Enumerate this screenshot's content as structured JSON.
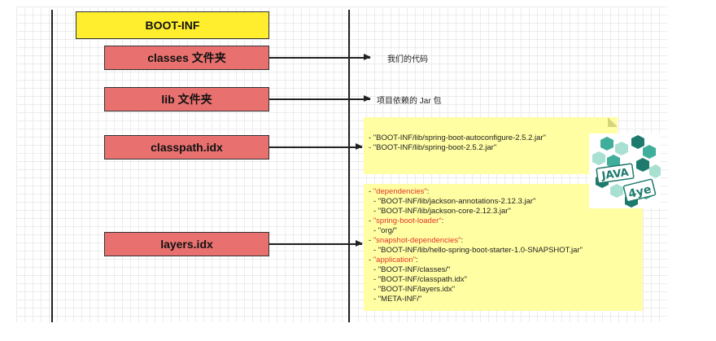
{
  "boxes": {
    "boot_inf": "BOOT-INF",
    "classes": "classes 文件夹",
    "lib": "lib 文件夹",
    "classpath": "classpath.idx",
    "layers": "layers.idx"
  },
  "labels": {
    "classes_desc": "我们的代码",
    "lib_desc": "项目依赖的 Jar 包"
  },
  "classpath_note": {
    "lines": [
      "- \"BOOT-INF/lib/spring-boot-autoconfigure-2.5.2.jar\"",
      "- \"BOOT-INF/lib/spring-boot-2.5.2.jar\""
    ]
  },
  "layers_note": {
    "dash": "- ",
    "colon": ":",
    "groups": [
      {
        "key": "\"dependencies\"",
        "items": [
          "- \"BOOT-INF/lib/jackson-annotations-2.12.3.jar\"",
          "- \"BOOT-INF/lib/jackson-core-2.12.3.jar\""
        ]
      },
      {
        "key": "\"spring-boot-loader\"",
        "items": [
          "- \"org/\""
        ]
      },
      {
        "key": "\"snapshot-dependencies\"",
        "items": [
          "- \"BOOT-INF/lib/hello-spring-boot-starter-1.0-SNAPSHOT.jar\""
        ]
      },
      {
        "key": "\"application\"",
        "items": [
          "- \"BOOT-INF/classes/\"",
          "- \"BOOT-INF/classpath.idx\"",
          "- \"BOOT-INF/layers.idx\"",
          "- \"META-INF/\""
        ]
      }
    ]
  },
  "logo": {
    "text_top": "JAVA",
    "text_bottom": "4ye",
    "colors": {
      "dark": "#1f7a6e",
      "mid": "#3fae9a",
      "light": "#a8e0d2"
    }
  }
}
